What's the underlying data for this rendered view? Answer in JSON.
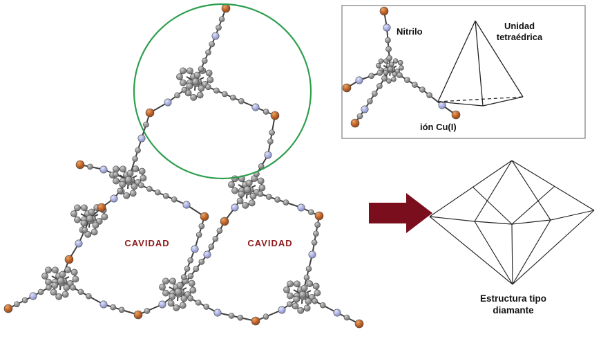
{
  "figure": {
    "inset": {
      "nitrile_label": "Nitrilo",
      "tetrahedral_unit_label": "Unidad\ntetraédrica",
      "cu_ion_label": "ión Cu(I)"
    },
    "cavity_label": "CAVIDAD",
    "diamond_label": "Estructura tipo\ndiamante",
    "colors": {
      "carbon": "#8f8f8f",
      "nitrogen": "#a9aedd",
      "copper": "#c2662a",
      "bond": "#3f3f3f",
      "highlight_circle": "#2e9e4e",
      "accent_dark_red": "#7a0e1d",
      "cavity_text": "#8e1a1a",
      "inset_border": "#8f8f8f",
      "line": "#222222",
      "white": "#ffffff"
    },
    "atoms_legend": {
      "gray-ball": "carbon",
      "blue-ball": "nitrile nitrogen",
      "orange-ball": "copper Cu(I) ion"
    }
  }
}
